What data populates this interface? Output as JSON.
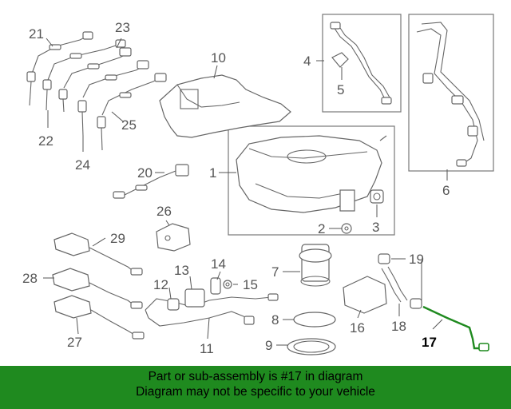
{
  "callouts": [
    "1",
    "2",
    "3",
    "4",
    "5",
    "6",
    "7",
    "8",
    "9",
    "10",
    "11",
    "12",
    "13",
    "14",
    "15",
    "16",
    "17",
    "18",
    "19",
    "20",
    "21",
    "22",
    "23",
    "24",
    "25",
    "26",
    "27",
    "28",
    "29"
  ],
  "highlight_color": "#1f8a1f",
  "highlight_part": "17",
  "banner": {
    "line1": "Part or sub-assembly is #17 in diagram",
    "line2": "Diagram may not be specific to your vehicle",
    "background": "#1f8a1f"
  }
}
